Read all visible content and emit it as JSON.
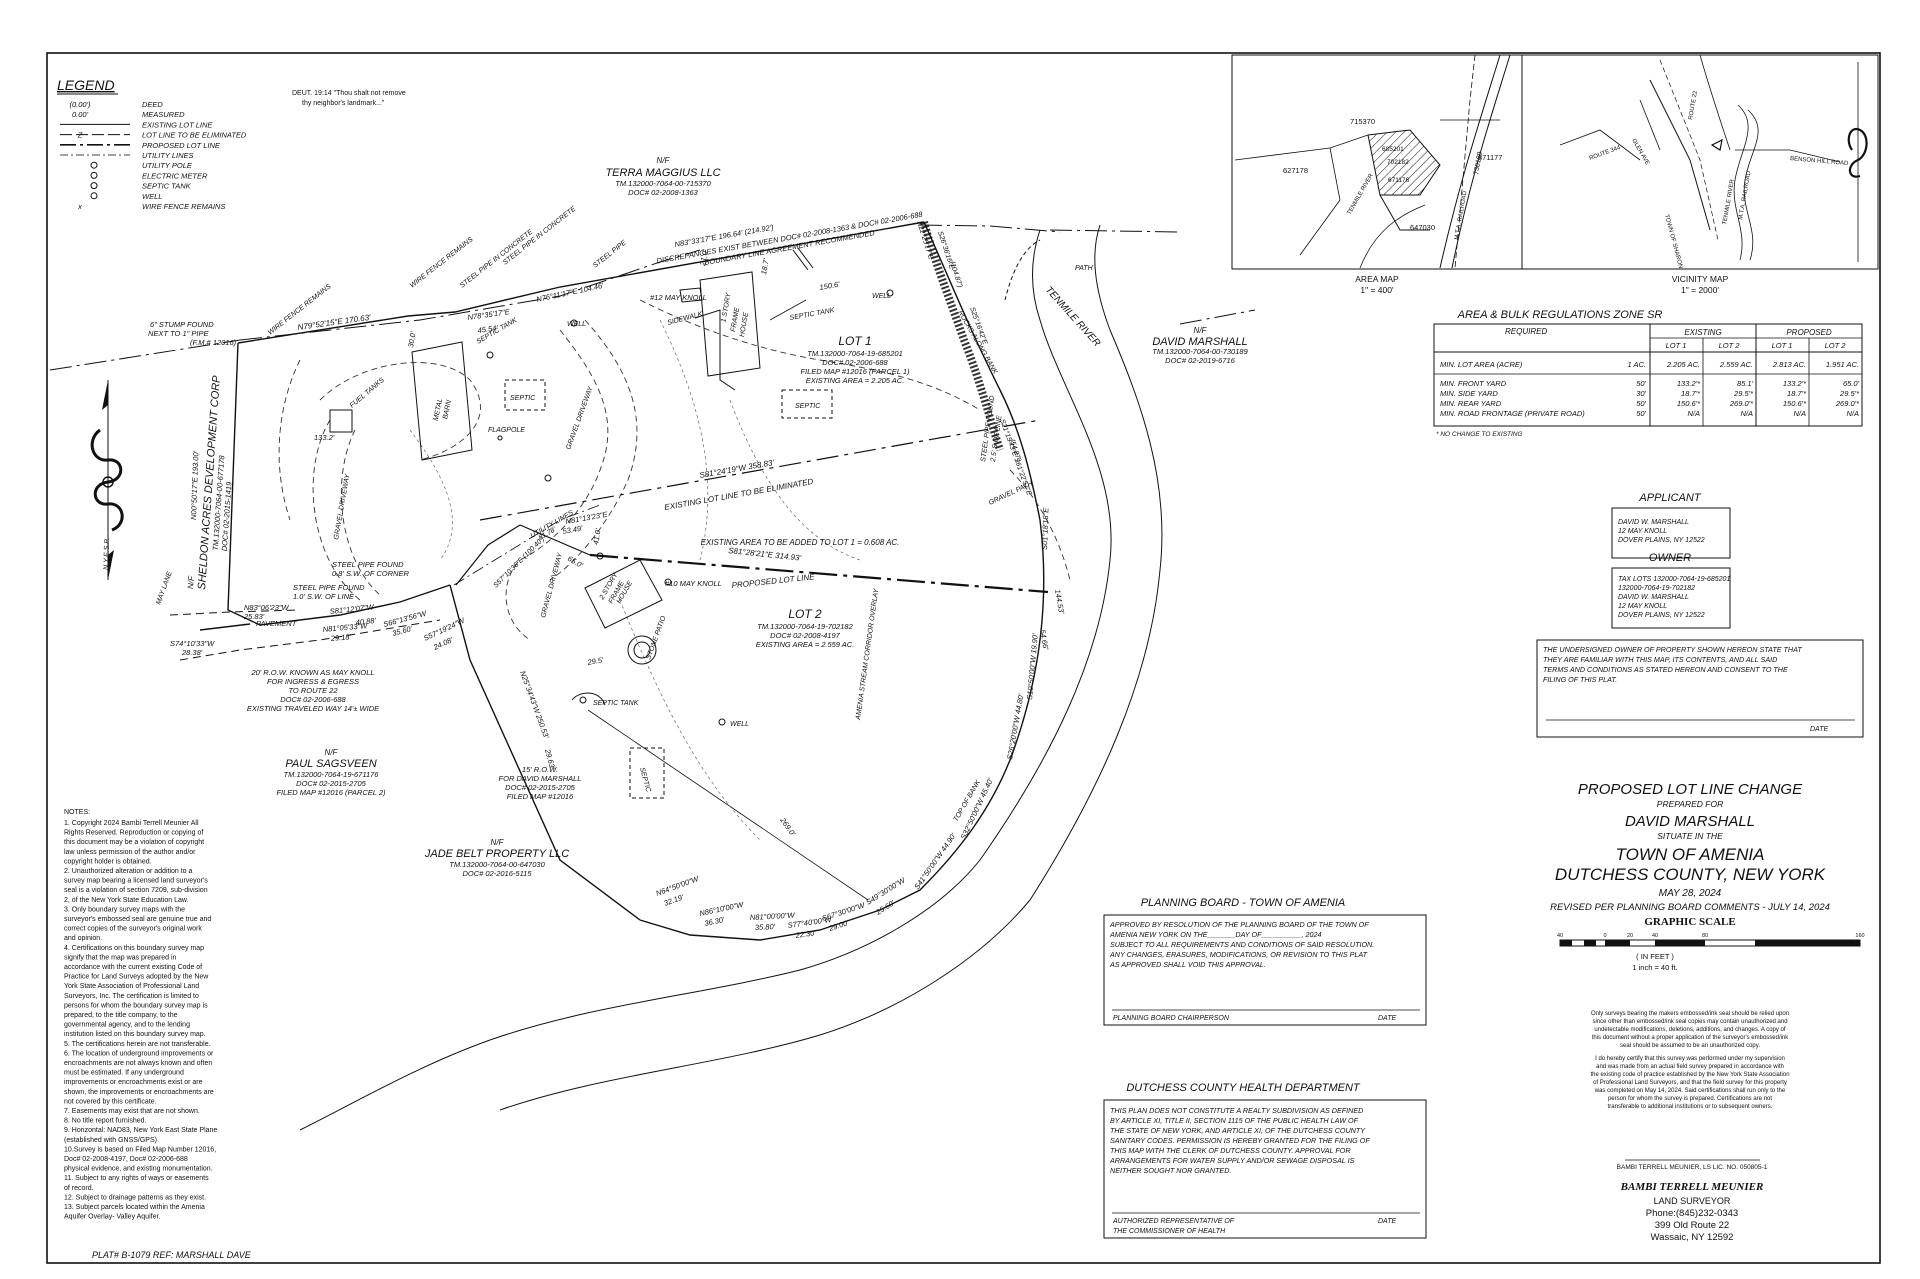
{
  "legend": {
    "title": "LEGEND",
    "items": [
      {
        "sym": "(0.00')",
        "label": "DEED"
      },
      {
        "sym": "0.00'",
        "label": "MEASURED"
      },
      {
        "sym": "",
        "label": "EXISTING LOT LINE"
      },
      {
        "sym": "Z",
        "label": "LOT LINE TO BE ELIMINATED"
      },
      {
        "sym": "",
        "label": "PROPOSED LOT LINE"
      },
      {
        "sym": "",
        "label": "UTILITY LINES"
      },
      {
        "sym": "",
        "label": "UTILITY POLE"
      },
      {
        "sym": "",
        "label": "ELECTRIC METER"
      },
      {
        "sym": "",
        "label": "SEPTIC TANK"
      },
      {
        "sym": "",
        "label": "WELL"
      },
      {
        "sym": "x",
        "label": "WIRE FENCE REMAINS"
      }
    ]
  },
  "quote": [
    "DEUT. 19:14 \"Thou shalt not remove",
    "thy neighbor's landmark...\""
  ],
  "neighbors": {
    "terra": {
      "nf": "N/F",
      "name": "TERRA MAGGIUS LLC",
      "tm": "TM.132000-7064-00-715370",
      "doc": "DOC# 02-2008-1363"
    },
    "marshall": {
      "nf": "N/F",
      "name": "DAVID MARSHALL",
      "tm": "TM.132000-7064-00-730189",
      "doc": "DOC# 02-2019-6716"
    },
    "sheldon": {
      "nf": "N/F",
      "name": "SHELDON ACRES DEVELOPMENT CORP",
      "tm": "TM.132000-7064-00-677178",
      "doc": "DOC# 02-2015-1419"
    },
    "paul": {
      "nf": "N/F",
      "name": "PAUL SAGSVEEN",
      "tm": "TM.132000-7064-19-671176",
      "doc": "DOC# 02-2015-2705",
      "map": "FILED MAP #12016 (PARCEL 2)"
    },
    "jade": {
      "nf": "N/F",
      "name": "JADE BELT PROPERTY LLC",
      "tm": "TM.132000-7064-00-647030",
      "doc": "DOC# 02-2016-5115"
    }
  },
  "lot1": {
    "title": "LOT 1",
    "tm": "TM.132000-7064-19-685201",
    "doc": "DOC# 02-2006-688",
    "map": "FILED MAP #12016 (PARCEL 1)",
    "area": "EXISTING AREA = 2.205 AC."
  },
  "lot2": {
    "title": "LOT 2",
    "tm": "TM.132000-7064-19-702182",
    "doc": "DOC# 02-2008-4197",
    "area": "EXISTING AREA = 2.559 AC."
  },
  "plan_labels": {
    "discrepancy": [
      "DISCREPANCIES EXIST BETWEEN DOC# 02-2008-1363 & DOC# 02-2006-688",
      "BOUNDARY LINE AGREEMENT RECOMMENDED"
    ],
    "river": "TENMILE RIVER",
    "eliminated": "EXISTING LOT LINE TO BE ELIMINATED",
    "added": "EXISTING AREA TO BE ADDED TO LOT 1 = 0.608 AC.",
    "proposed": "PROPOSED LOT LINE",
    "row": [
      "20' R.O.W. KNOWN AS MAY KNOLL",
      "FOR INGRESS & EGRESS",
      "TO ROUTE 22",
      "DOC# 02-2006-688",
      "EXISTING TRAVELED WAY 14'± WIDE"
    ],
    "row15": [
      "15' R.O.W.",
      "FOR DAVID MARSHALL",
      "DOC# 02-2015-2705",
      "FILED MAP #12016"
    ],
    "stump": [
      "6\" STUMP FOUND",
      "NEXT TO 1\" PIPE",
      "(F.M.# 12016)"
    ],
    "pipe1": [
      "STEEL PIPE FOUND",
      "0.8' S.W. OF CORNER"
    ],
    "pipe2": [
      "STEEL PIPE FOUND",
      "1.0' S.W. OF LINE"
    ],
    "pipe3": [
      "STEEL PIPE FOUND",
      "2.5' S OF LINE"
    ],
    "house12": "#12 MAY KNOLL",
    "house10": "#10 MAY KNOLL",
    "frame1": [
      "1 STORY",
      "FRAME",
      "HOUSE"
    ],
    "frame2": [
      "2 STORY",
      "FRAME",
      "HOUSE"
    ],
    "barn": [
      "METAL",
      "BARN"
    ],
    "misc": {
      "fuel": "FUEL TANKS",
      "flagpole": "FLAGPOLE",
      "septic_tank": "SEPTIC TANK",
      "septic": "SEPTIC",
      "well": "WELL",
      "sidewalk": "SIDEWALK",
      "gravel_drive": "GRAVEL DRIVEWAY",
      "gravel_path": "GRAVEL PATH",
      "path": "PATH",
      "pavement": "PAVEMENT",
      "stone_patio": "STONE PATIO",
      "rocks": "ROCKS ALONG BANK",
      "top_bank": "TOP OF BANK",
      "stream": "AMENIA STREAM CORRIDOR OVERLAY",
      "utility": "UTILITY LINES",
      "wire1": "WIRE FENCE REMAINS",
      "wire2": "WIRE FENCE REMAINS",
      "pipe_c1": "STEEL PIPE IN CONCRETE",
      "pipe_c2": "STEEL PIPE IN CONCRETE",
      "pipe_c3": "STEEL PIPE",
      "may_lane": "MAY LANE",
      "nyesp": "N.Y.E.S.P."
    }
  },
  "bearings": [
    {
      "id": "b1",
      "text": "N79°52'15\"E  170.63'"
    },
    {
      "id": "b2",
      "text": "N78°35'17\"E"
    },
    {
      "id": "b3",
      "text": "45.54'"
    },
    {
      "id": "b4",
      "text": "N76°11'17\"E  104.46'"
    },
    {
      "id": "b5",
      "text": "N83°33'17\"E  196.64' (214.92')"
    },
    {
      "id": "b6",
      "text": "S81°24'19\"W  358.83'"
    },
    {
      "id": "b7",
      "text": "S81°28'21\"E  314.93'"
    },
    {
      "id": "b8",
      "text": "N00°50'17\"E  193.00'"
    },
    {
      "id": "b9",
      "text": "S81°12'07\"W"
    },
    {
      "id": "b10",
      "text": "40.88'"
    },
    {
      "id": "b11",
      "text": "N83°06'23\"W"
    },
    {
      "id": "b12",
      "text": "25.83'"
    },
    {
      "id": "b13",
      "text": "N81°05'33\"W"
    },
    {
      "id": "b14",
      "text": "29.18'"
    },
    {
      "id": "b15",
      "text": "S66°13'56\"W"
    },
    {
      "id": "b16",
      "text": "35.60'"
    },
    {
      "id": "b17",
      "text": "S57°19'24\"W"
    },
    {
      "id": "b18",
      "text": "24.08'"
    },
    {
      "id": "b19",
      "text": "S74°10'33\"W"
    },
    {
      "id": "b20",
      "text": "28.38'"
    },
    {
      "id": "b21",
      "text": "N64°50'00\"W"
    },
    {
      "id": "b22",
      "text": "32.19'"
    },
    {
      "id": "b23",
      "text": "N86°10'00\"W"
    },
    {
      "id": "b24",
      "text": "36.30'"
    },
    {
      "id": "b25",
      "text": "N81°00'00\"W"
    },
    {
      "id": "b26",
      "text": "35.80'"
    },
    {
      "id": "b27",
      "text": "S77°40'00\"W"
    },
    {
      "id": "b28",
      "text": "22.30'"
    },
    {
      "id": "b29",
      "text": "S67°30'00\"W"
    },
    {
      "id": "b30",
      "text": "29.00'"
    },
    {
      "id": "b31",
      "text": "S49°30'00\"W"
    },
    {
      "id": "b32",
      "text": "25.60'"
    },
    {
      "id": "b33",
      "text": "S41°50'00\"W  44.90'"
    },
    {
      "id": "b34",
      "text": "S32°50'00\"W  45.40'"
    },
    {
      "id": "b35",
      "text": "S26°20'00\"W  44.80'"
    },
    {
      "id": "b36",
      "text": "S10°50'00\"W  19.90'"
    },
    {
      "id": "b37",
      "text": "54.66'"
    },
    {
      "id": "b38",
      "text": "144.53'"
    },
    {
      "id": "b39",
      "text": "S01°18'18\"E"
    },
    {
      "id": "b40",
      "text": "S21°15'43\"E  S61°22'57\"E"
    },
    {
      "id": "b41",
      "text": "S26°36'16\"E"
    },
    {
      "id": "b42",
      "text": "S25°16'42\"E"
    },
    {
      "id": "b43",
      "text": "150.6'"
    },
    {
      "id": "b44",
      "text": "269.0'"
    },
    {
      "id": "b45",
      "text": "133.2'"
    },
    {
      "id": "b46",
      "text": "N25°34'43\"W  250.53'"
    },
    {
      "id": "b47",
      "text": "N81°13'23\"E"
    },
    {
      "id": "b48",
      "text": "53.49'"
    },
    {
      "id": "b49",
      "text": "S57°10'36\"E  (100.40')"
    },
    {
      "id": "b50",
      "text": "81.78'"
    },
    {
      "id": "b51",
      "text": "65.0'"
    },
    {
      "id": "b52",
      "text": "41.0'"
    },
    {
      "id": "b53",
      "text": "29.5'"
    },
    {
      "id": "b54",
      "text": "18.7'"
    },
    {
      "id": "b55",
      "text": "21.0'"
    },
    {
      "id": "b56",
      "text": "30.0'"
    },
    {
      "id": "b57",
      "text": "N22°25'17\"E"
    },
    {
      "id": "b58",
      "text": "(104.87')"
    },
    {
      "id": "b59",
      "text": "(54.87')"
    },
    {
      "id": "b60",
      "text": "29.63'"
    }
  ],
  "area_map": {
    "title": "AREA MAP",
    "scale": "1\" = 400'",
    "labels": [
      "715370",
      "627178",
      "671176",
      "685201",
      "702182",
      "730189",
      "871177",
      "647030",
      "TENMILE RIVER",
      "M.T.A. RAILROAD"
    ]
  },
  "vicinity_map": {
    "title": "VICINITY MAP",
    "scale": "1\" = 2000'",
    "labels": [
      "ROUTE 344",
      "GLEN AVE",
      "ROUTE 22",
      "M.T.A. RAILROAD",
      "TENMILE RIVER",
      "BENSON HILL ROAD",
      "TOWN OF SHARON"
    ]
  },
  "bulk": {
    "title": "AREA & BULK REGULATIONS ZONE SR",
    "h_required": "REQUIRED",
    "h_existing": "EXISTING",
    "h_proposed": "PROPOSED",
    "cols": [
      "LOT 1",
      "LOT 2",
      "LOT 1",
      "LOT 2"
    ],
    "rows": [
      {
        "label": "MIN. LOT AREA (ACRE)",
        "req": "1 AC.",
        "vals": [
          "2.205 AC.",
          "2.559 AC.",
          "2.813 AC.",
          "1.951 AC."
        ]
      },
      {
        "label": "MIN. FRONT YARD",
        "req": "50'",
        "vals": [
          "133.2'*",
          "85.1'",
          "133.2'*",
          "65.0'"
        ]
      },
      {
        "label": "MIN. SIDE YARD",
        "req": "30'",
        "vals": [
          "18.7'*",
          "29.5'*",
          "18.7'*",
          "29.5'*"
        ]
      },
      {
        "label": "MIN. REAR YARD",
        "req": "50'",
        "vals": [
          "150.6'*",
          "269.0'*",
          "150.6'*",
          "269.0'*"
        ]
      },
      {
        "label": "MIN. ROAD FRONTAGE (PRIVATE ROAD)",
        "req": "50'",
        "vals": [
          "N/A",
          "N/A",
          "N/A",
          "N/A"
        ]
      }
    ],
    "note": "* NO CHANGE TO EXISTING"
  },
  "applicant": {
    "title": "APPLICANT",
    "lines": [
      "DAVID W. MARSHALL",
      "12 MAY KNOLL",
      "DOVER PLAINS, NY 12522"
    ]
  },
  "owner": {
    "title": "OWNER",
    "lines": [
      "TAX LOTS 132000-7064-19-685201",
      "132000-7064-19-702182",
      "DAVID W. MARSHALL",
      "12 MAY KNOLL",
      "DOVER PLAINS, NY 12522"
    ]
  },
  "consent": {
    "lines": [
      "THE UNDERSIGNED OWNER OF PROPERTY SHOWN HEREON STATE THAT",
      "THEY ARE FAMILIAR WITH THIS MAP, ITS CONTENTS, AND ALL SAID",
      "TERMS AND CONDITIONS AS STATED HEREON AND CONSENT TO THE",
      "FILING OF THIS PLAT."
    ],
    "date": "DATE"
  },
  "title_block": {
    "title": "PROPOSED LOT LINE CHANGE",
    "prepared": "PREPARED FOR",
    "client": "DAVID MARSHALL",
    "situate": "SITUATE IN THE",
    "town": "TOWN OF AMENIA",
    "county": "DUTCHESS COUNTY, NEW YORK",
    "date": "MAY 28, 2024",
    "revised": "REVISED PER PLANNING BOARD COMMENTS - JULY 14, 2024"
  },
  "graphic_scale": {
    "title": "GRAPHIC SCALE",
    "ticks": [
      "40",
      "0",
      "20",
      "40",
      "80",
      "160"
    ],
    "unit": "( IN FEET )",
    "ratio": "1 inch = 40 ft."
  },
  "planning": {
    "title": "PLANNING BOARD - TOWN OF AMENIA",
    "lines": [
      "APPROVED BY RESOLUTION OF THE PLANNING BOARD OF THE TOWN OF",
      "AMENIA NEW YORK ON THE_______DAY OF__________, 2024",
      "SUBJECT TO ALL REQUIREMENTS AND CONDITIONS OF SAID RESOLUTION.",
      "ANY CHANGES, ERASURES, MODIFICATIONS, OR REVISION TO THIS PLAT",
      "AS APPROVED SHALL VOID THIS APPROVAL."
    ],
    "sign": "PLANNING BOARD CHAIRPERSON",
    "date": "DATE"
  },
  "health": {
    "title": "DUTCHESS COUNTY HEALTH DEPARTMENT",
    "lines": [
      "THIS PLAN DOES NOT CONSTITUTE A REALTY SUBDIVISION AS DEFINED",
      "BY ARTICLE XI, TITLE II, SECTION 1115 OF THE PUBLIC HEALTH LAW OF",
      "THE STATE OF NEW YORK, AND ARTICLE XI, OF THE DUTCHESS COUNTY",
      "SANITARY CODES.  PERMISSION IS HEREBY GRANTED FOR THE FILING OF",
      "THIS MAP WITH THE CLERK OF DUTCHESS COUNTY. APPROVAL FOR",
      "ARRANGEMENTS FOR WATER SUPPLY AND/OR SEWAGE DISPOSAL IS",
      "NEITHER SOUGHT NOR GRANTED."
    ],
    "sign": [
      "AUTHORIZED REPRESENTATIVE OF",
      "THE COMMISSIONER OF HEALTH"
    ],
    "date": "DATE"
  },
  "seal_note": [
    "Only surveys bearing the makers embossed/ink seal should be relied upon",
    "since other than embossed/ink seal copies may contain unauthorized and",
    "undetectable modifications, deletions, additions, and changes.  A copy of",
    "this document without a proper application of the surveyor's embossed/ink",
    "seal should be assumed to be an unauthorized copy."
  ],
  "cert_note": [
    "I do hereby certify that this survey was performed under my supervision",
    "and was made from an actual field survey prepared in accordance with",
    "the existing code of practice established by the New York State Association",
    "of Professional Land Surveyors, and that the field survey for this property",
    "was completed on May 14, 2024.  Said certifications shall run only to the",
    "person for whom the survey is prepared.  Certifications are not",
    "transferable to additional institutions or to subsequent owners."
  ],
  "surveyor": {
    "lic": "BAMBI TERRELL MEUNIER, LS LIC. NO. 050805-1",
    "name": "BAMBI TERRELL MEUNIER",
    "role": "LAND SURVEYOR",
    "phone": "Phone:(845)232-0343",
    "addr1": "399 Old Route 22",
    "addr2": "Wassaic, NY  12592"
  },
  "notes": {
    "title": "NOTES:",
    "lines": [
      "1. Copyright 2024 Bambi Terrell Meunier All",
      "Rights Reserved.  Reproduction or copying of",
      "this document may be a violation of copyright",
      "law unless permission of the author and/or",
      "copyright holder is obtained.",
      "2. Unauthorized alteration or addition to a",
      "survey map bearing a licensed land surveyor's",
      "seal is a violation of section 7209, sub-division",
      "2, of the New York State Education Law.",
      "3. Only boundary survey maps with the",
      "surveyor's embossed seal are genuine true and",
      "correct copies of the surveyor's original work",
      "and opinion.",
      "4. Certifications on this boundary survey map",
      "signify that the map was prepared in",
      "accordance with the current existing Code of",
      "Practice for Land Surveys adopted by the New",
      "York State Association of Professional Land",
      "Surveyors, Inc. The certification is limited to",
      "persons for whom the boundary survey map is",
      "prepared, to the title company, to the",
      "governmental agency, and to the lending",
      "institution listed on this boundary survey map.",
      "5. The certifications herein are not transferable.",
      "6. The location of underground improvements or",
      "encroachments are not always known and often",
      "must be estimated. If any underground",
      "improvements or encroachments exist or are",
      "shown, the improvements or encroachments are",
      "not covered by this certificate.",
      "7. Easements may exist that are not shown.",
      "8. No title report furnished.",
      "9. Horizontal: NAD83, New York East State Plane",
      "(established with GNSS/GPS)",
      "10.Survey is based on Filed Map Number 12016,",
      "Doc# 02-2008-4197, Doc# 02-2006-688",
      "physical evidence, and existing monumentation.",
      "11. Subject to any rights of ways or easements",
      "of record.",
      "12. Subject to drainage patterns as they exist.",
      "13. Subject parcels located within the Amenia",
      "Aquifer Overlay- Valley Aquifer."
    ]
  },
  "footer": "PLAT# B-1079 REF: MARSHALL DAVE"
}
